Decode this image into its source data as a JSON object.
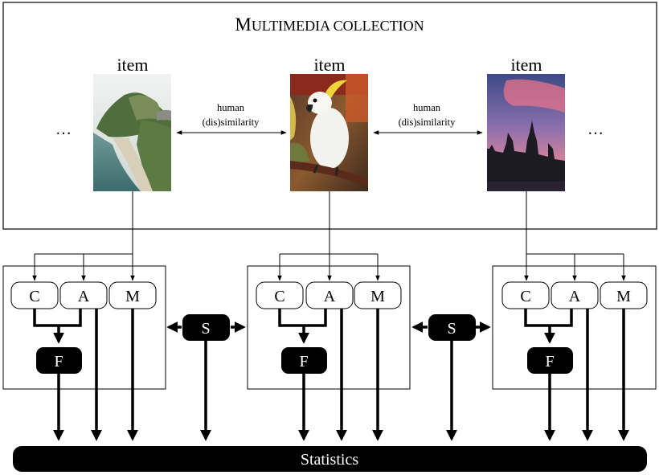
{
  "collection": {
    "title_first": "M",
    "title_rest": "ULTIMEDIA COLLECTION",
    "item_label": "item",
    "ellipsis": "…",
    "edge_label_line1": "human",
    "edge_label_line2": "(dis)similarity",
    "images": [
      "coastal-cliff-landscape",
      "white-cockatoo-parrot",
      "gothic-towers-sunset"
    ]
  },
  "nodes": {
    "context": "C",
    "audio": "A",
    "meta": "M",
    "fusion": "F",
    "similarity": "S"
  },
  "statistics_label": "Statistics",
  "colors": {
    "stroke": "#000000",
    "node_fill": "#ffffff",
    "inverse_fill": "#000000",
    "inverse_text": "#ffffff"
  }
}
